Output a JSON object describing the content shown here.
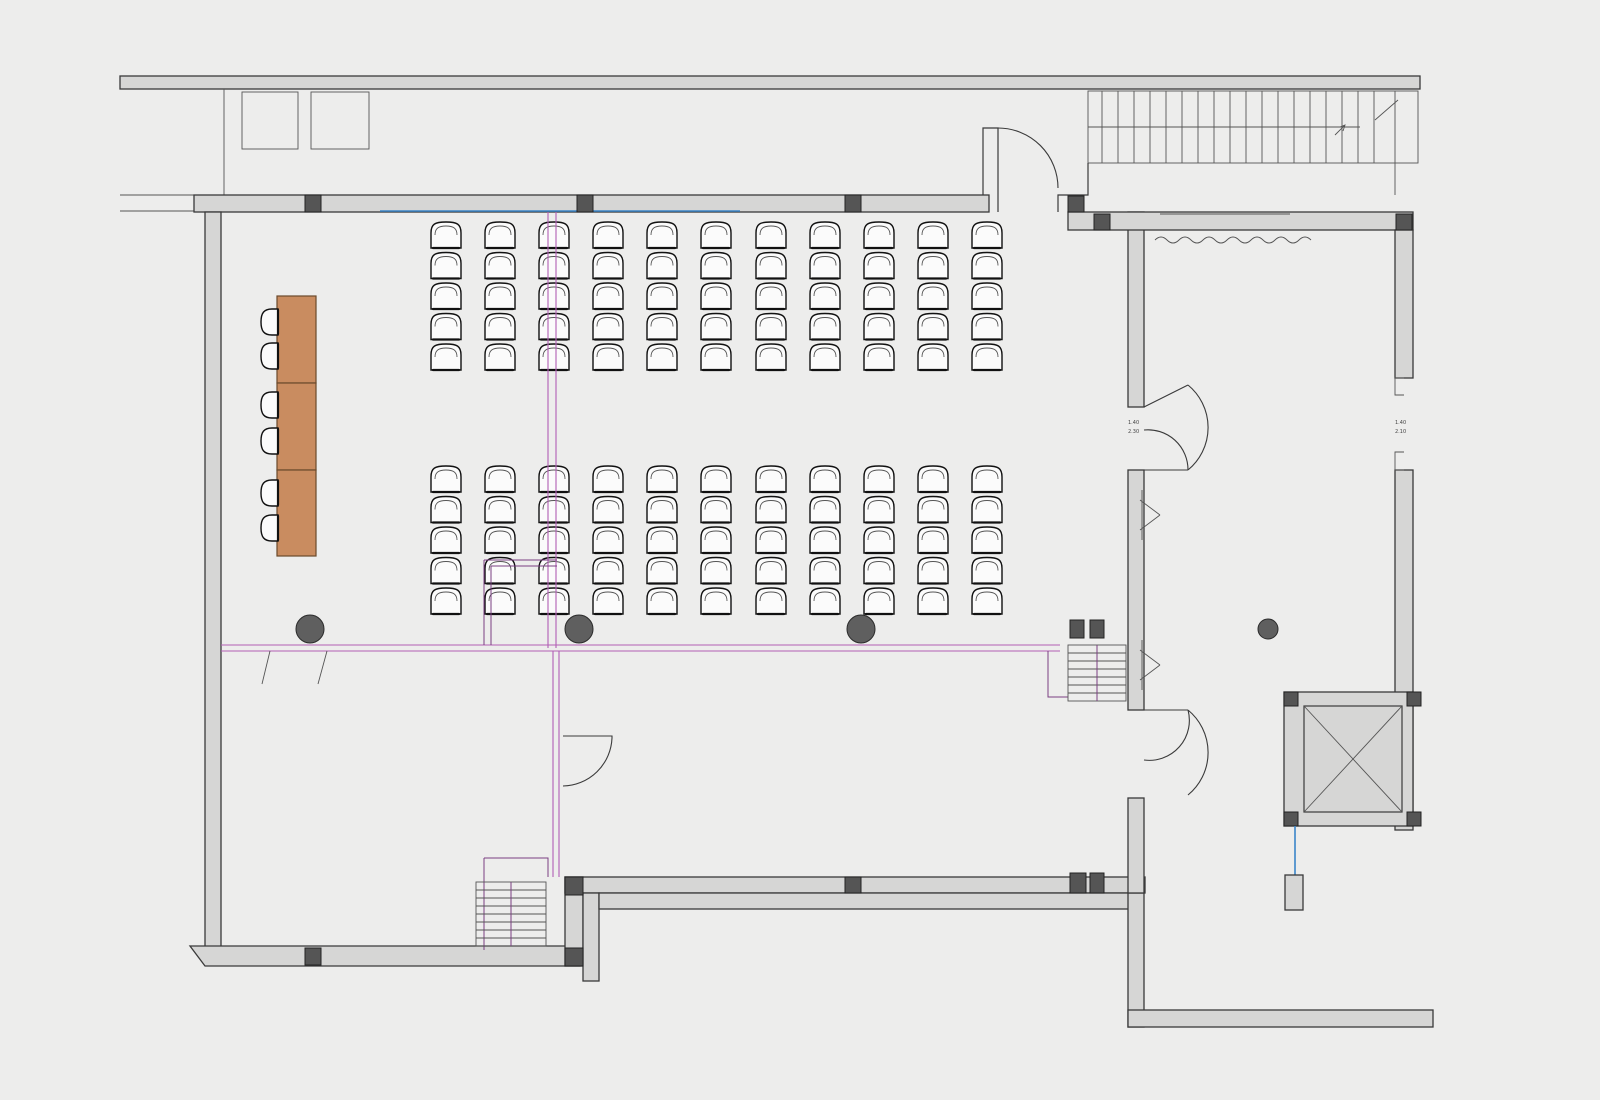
{
  "colors": {
    "background": "#ededec",
    "wall_fill": "#d6d6d5",
    "table": "#c98c60",
    "column": "#5f5f5f",
    "pipe": "#b25fb5",
    "glass": "#3b86c9"
  },
  "seating": {
    "blocks": 2,
    "rows_per_block": 5,
    "columns_per_row": 11,
    "total_chairs": 110
  },
  "presenter_table": {
    "segments": 3,
    "chairs": 6
  },
  "columns_round": 4,
  "annotations": {
    "door_left_top": "1.40",
    "door_left_bottom": "2.30",
    "door_right_top": "1.40",
    "door_right_bottom": "2.10"
  }
}
